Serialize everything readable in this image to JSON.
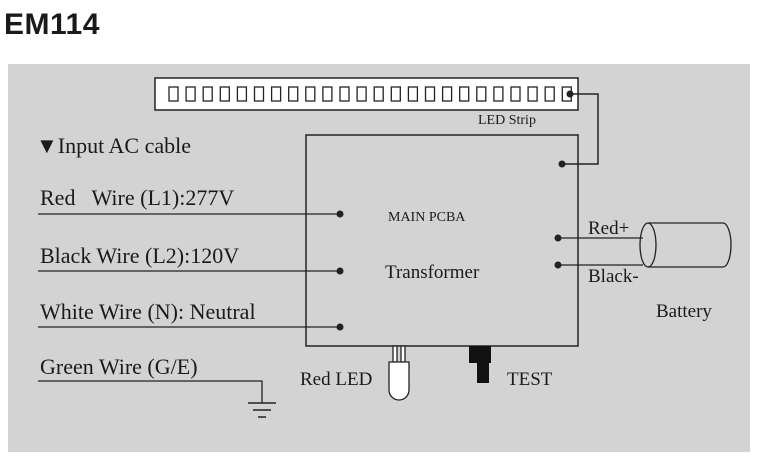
{
  "title": "EM114",
  "led_strip_label": "LED Strip",
  "input_heading": "Input AC cable",
  "input_marker": "▼",
  "wires": [
    "Red   Wire (L1):277V",
    "Black Wire (L2):120V",
    "White Wire (N): Neutral",
    "Green Wire (G/E)"
  ],
  "pcba_label": "MAIN PCBA",
  "transformer_label": "Transformer",
  "battery_pos_label": "Red+",
  "battery_neg_label": "Black-",
  "battery_label": "Battery",
  "red_led_label": "Red LED",
  "test_label": "TEST"
}
